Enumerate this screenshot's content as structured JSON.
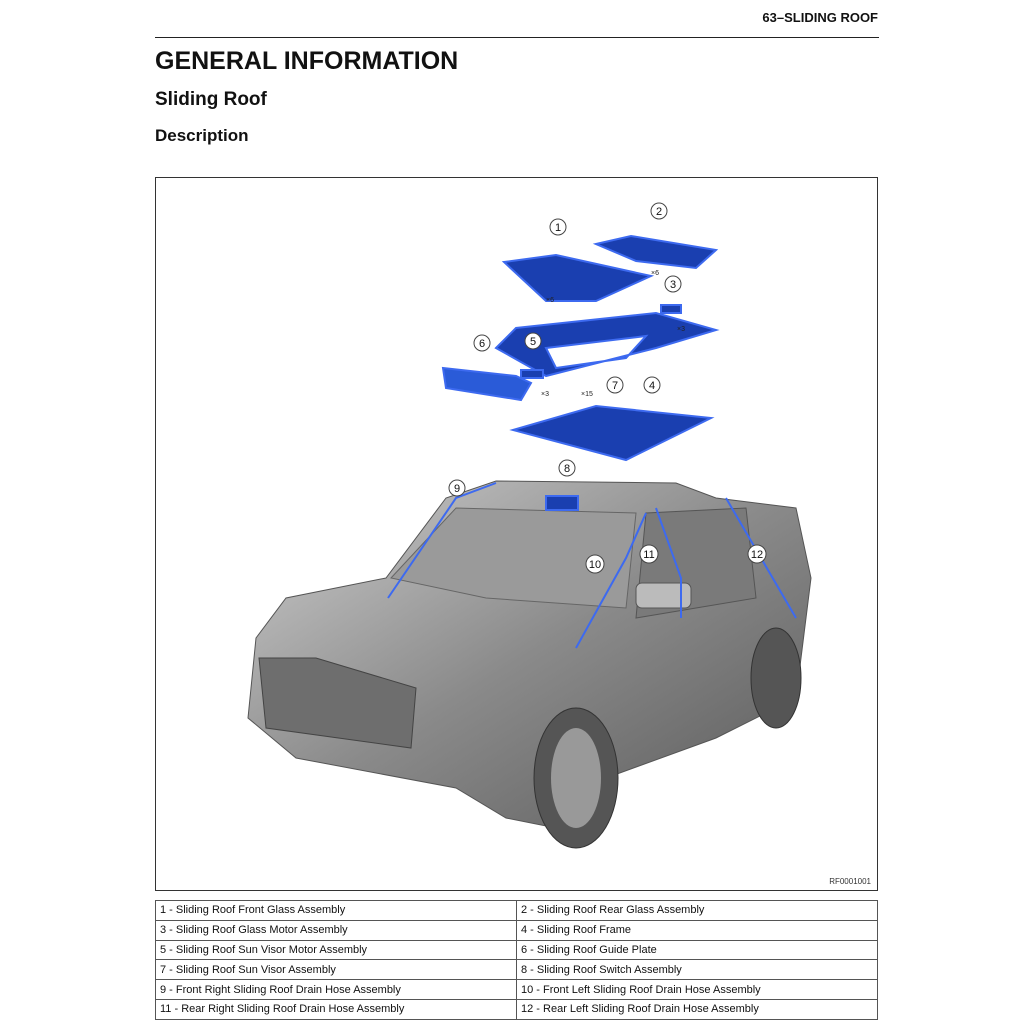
{
  "header": {
    "section": "63–SLIDING ROOF"
  },
  "title": "GENERAL INFORMATION",
  "subtitle": "Sliding Roof",
  "section_heading": "Description",
  "figure": {
    "code": "RF0001001",
    "callouts": [
      "1",
      "2",
      "3",
      "4",
      "5",
      "6",
      "7",
      "8",
      "9",
      "10",
      "11",
      "12"
    ],
    "quantities": [
      "×6",
      "×6",
      "×3",
      "×3",
      "×15"
    ],
    "part_color": "#1a3fb0"
  },
  "legend": [
    [
      "1 - Sliding Roof Front Glass Assembly",
      "2 - Sliding Roof Rear Glass Assembly"
    ],
    [
      "3 - Sliding Roof Glass Motor Assembly",
      "4 - Sliding Roof Frame"
    ],
    [
      "5 - Sliding Roof Sun Visor Motor Assembly",
      "6 - Sliding Roof Guide Plate"
    ],
    [
      "7 - Sliding Roof Sun Visor Assembly",
      "8 - Sliding Roof Switch Assembly"
    ],
    [
      "9 - Front Right Sliding Roof Drain Hose Assembly",
      "10 - Front Left Sliding Roof Drain Hose Assembly"
    ],
    [
      "11 - Rear Right Sliding Roof Drain Hose Assembly",
      "12 - Rear Left Sliding Roof Drain Hose Assembly"
    ]
  ]
}
